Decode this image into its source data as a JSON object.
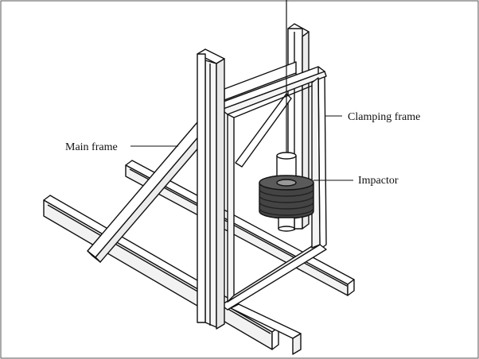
{
  "labels": {
    "main_frame": "Main frame",
    "clamping_frame": "Clamping frame",
    "impactor": "Impactor"
  },
  "colors": {
    "stroke": "#111111",
    "fill": "#ffffff",
    "rail_shadow": "#e6e6e6",
    "mass_dark": "#3a3a3a",
    "mass_mid": "#5a5a5a"
  }
}
